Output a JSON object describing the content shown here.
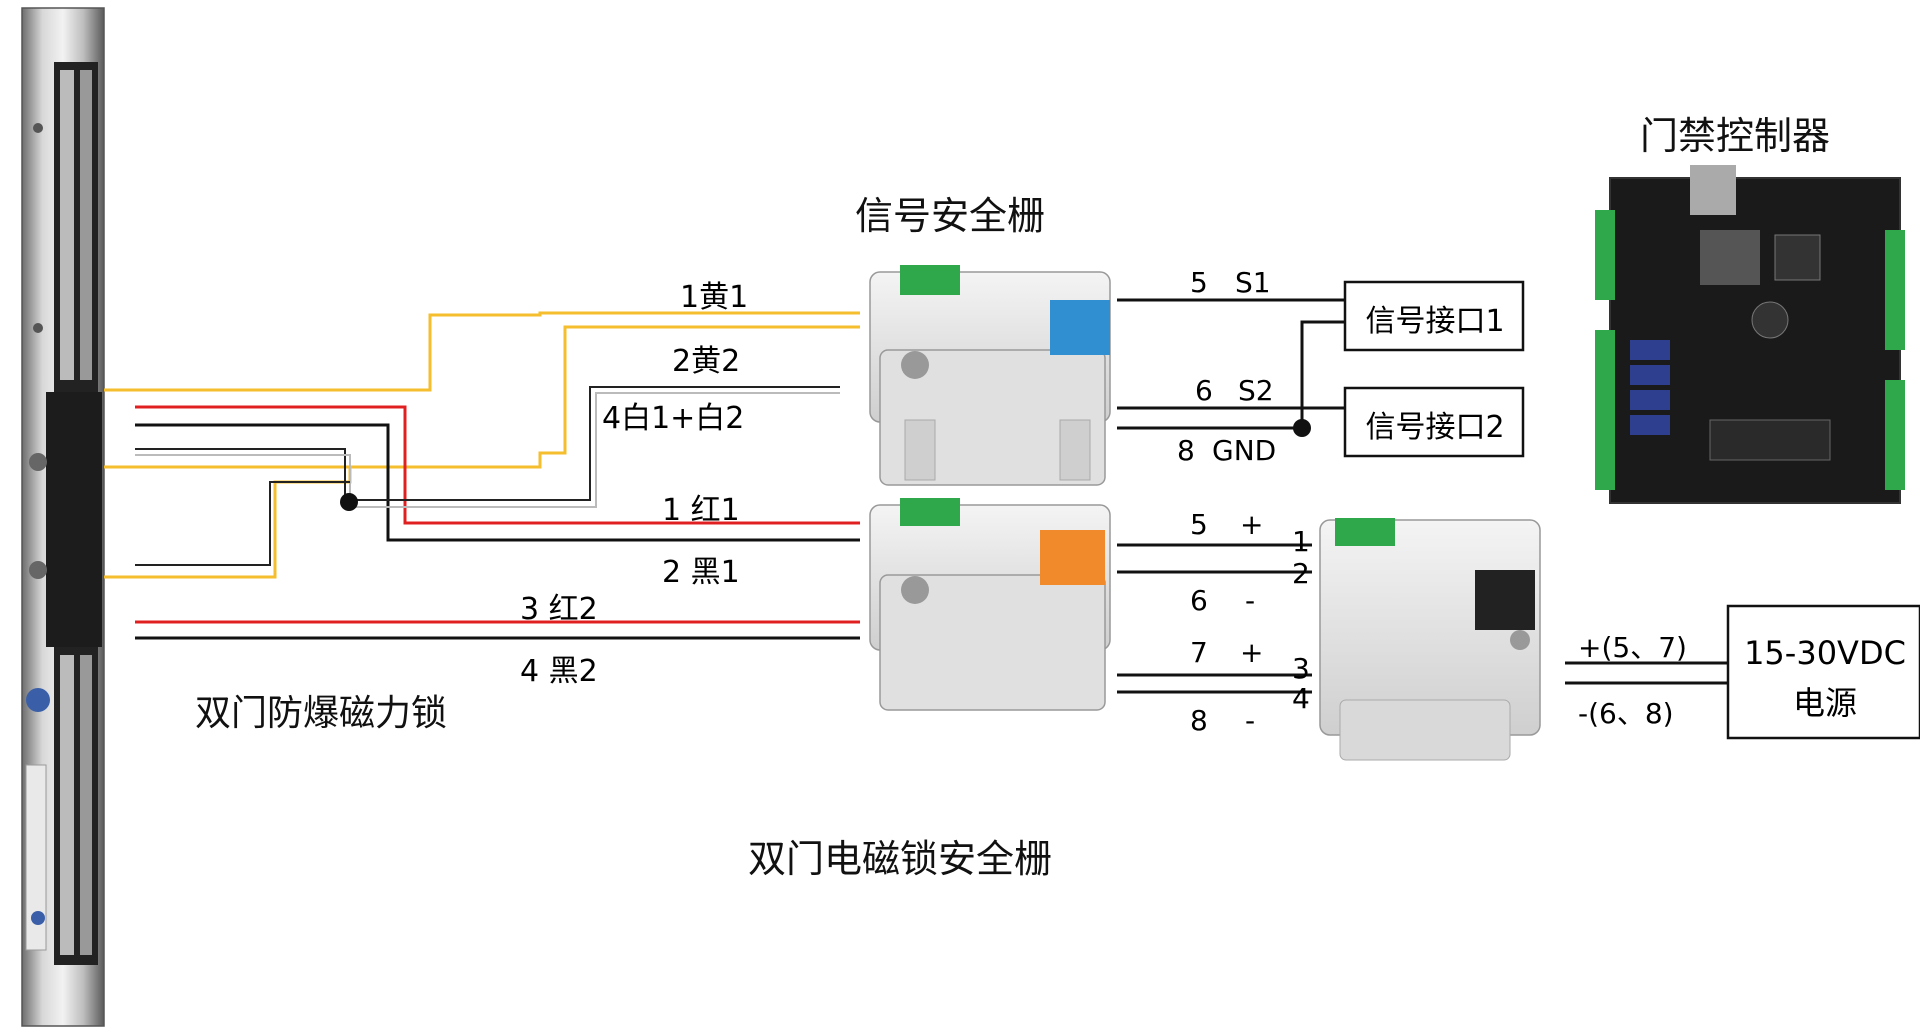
{
  "titles": {
    "signal_barrier": "信号安全栅",
    "access_controller": "门禁控制器",
    "door_lock_barrier": "双门电磁锁安全栅",
    "magnetic_lock": "双门防爆磁力锁"
  },
  "lock_wires": {
    "yellow1": "1黄1",
    "yellow2": "2黄2",
    "white": "4白1+白2",
    "red1": "1 红1",
    "black1": "2 黑1",
    "red2": "3 红2",
    "black2": "4 黑2"
  },
  "signal_terms": {
    "s1_num": "5",
    "s1": "S1",
    "s2_num": "6",
    "s2": "S2",
    "gnd_num": "8",
    "gnd": "GND"
  },
  "signal_ports": {
    "port1": "信号接口1",
    "port2": "信号接口2"
  },
  "lock_terms": {
    "t5": "5",
    "p5": "+",
    "t6": "6",
    "m6": "-",
    "t7": "7",
    "p7": "+",
    "t8": "8",
    "m8": "-"
  },
  "psu_terms": {
    "n1": "1",
    "n2": "2",
    "n3": "3",
    "n4": "4",
    "plus": "+(5、7)",
    "minus": "-(6、8)"
  },
  "power_supply": {
    "line1": "15-30VDC",
    "line2": "电源"
  },
  "colors": {
    "yellow": "#F5BE2E",
    "red": "#E02020",
    "black": "#111111",
    "gray": "#9a9a9a",
    "module_body": "#e6e6e6",
    "terminal_blue": "#2f8fd0",
    "terminal_orange": "#f08a2a",
    "terminal_green": "#2ea84a",
    "pcb": "#1a1a1a"
  }
}
